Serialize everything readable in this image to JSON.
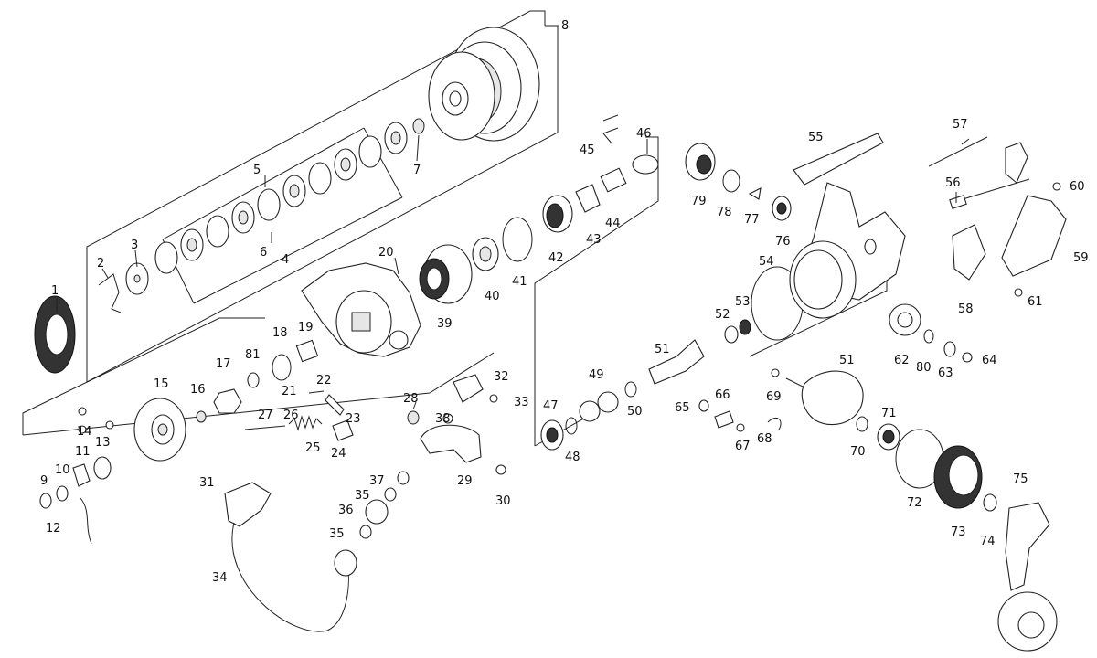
{
  "diagram": {
    "callouts": [
      {
        "id": "c1",
        "label": "1"
      },
      {
        "id": "c2",
        "label": "2"
      },
      {
        "id": "c3",
        "label": "3"
      },
      {
        "id": "c4",
        "label": "4"
      },
      {
        "id": "c5",
        "label": "5"
      },
      {
        "id": "c6",
        "label": "6"
      },
      {
        "id": "c7",
        "label": "7"
      },
      {
        "id": "c8",
        "label": "8"
      },
      {
        "id": "c9",
        "label": "9"
      },
      {
        "id": "c10",
        "label": "10"
      },
      {
        "id": "c11",
        "label": "11"
      },
      {
        "id": "c12",
        "label": "12"
      },
      {
        "id": "c13",
        "label": "13"
      },
      {
        "id": "c14",
        "label": "14"
      },
      {
        "id": "c15",
        "label": "15"
      },
      {
        "id": "c16",
        "label": "16"
      },
      {
        "id": "c17",
        "label": "17"
      },
      {
        "id": "c18",
        "label": "18"
      },
      {
        "id": "c19",
        "label": "19"
      },
      {
        "id": "c20",
        "label": "20"
      },
      {
        "id": "c21",
        "label": "21"
      },
      {
        "id": "c22",
        "label": "22"
      },
      {
        "id": "c23",
        "label": "23"
      },
      {
        "id": "c24",
        "label": "24"
      },
      {
        "id": "c25",
        "label": "25"
      },
      {
        "id": "c26",
        "label": "26"
      },
      {
        "id": "c27",
        "label": "27"
      },
      {
        "id": "c28",
        "label": "28"
      },
      {
        "id": "c29",
        "label": "29"
      },
      {
        "id": "c30",
        "label": "30"
      },
      {
        "id": "c31",
        "label": "31"
      },
      {
        "id": "c32",
        "label": "32"
      },
      {
        "id": "c33",
        "label": "33"
      },
      {
        "id": "c34",
        "label": "34"
      },
      {
        "id": "c35a",
        "label": "35"
      },
      {
        "id": "c35b",
        "label": "35"
      },
      {
        "id": "c36",
        "label": "36"
      },
      {
        "id": "c37",
        "label": "37"
      },
      {
        "id": "c38",
        "label": "38"
      },
      {
        "id": "c39",
        "label": "39"
      },
      {
        "id": "c40",
        "label": "40"
      },
      {
        "id": "c41",
        "label": "41"
      },
      {
        "id": "c42",
        "label": "42"
      },
      {
        "id": "c43",
        "label": "43"
      },
      {
        "id": "c44",
        "label": "44"
      },
      {
        "id": "c45",
        "label": "45"
      },
      {
        "id": "c46",
        "label": "46"
      },
      {
        "id": "c47",
        "label": "47"
      },
      {
        "id": "c48",
        "label": "48"
      },
      {
        "id": "c49",
        "label": "49"
      },
      {
        "id": "c50",
        "label": "50"
      },
      {
        "id": "c51a",
        "label": "51"
      },
      {
        "id": "c51b",
        "label": "51"
      },
      {
        "id": "c52",
        "label": "52"
      },
      {
        "id": "c53",
        "label": "53"
      },
      {
        "id": "c54",
        "label": "54"
      },
      {
        "id": "c55",
        "label": "55"
      },
      {
        "id": "c56",
        "label": "56"
      },
      {
        "id": "c57",
        "label": "57"
      },
      {
        "id": "c58",
        "label": "58"
      },
      {
        "id": "c59",
        "label": "59"
      },
      {
        "id": "c60",
        "label": "60"
      },
      {
        "id": "c61",
        "label": "61"
      },
      {
        "id": "c62",
        "label": "62"
      },
      {
        "id": "c63",
        "label": "63"
      },
      {
        "id": "c64",
        "label": "64"
      },
      {
        "id": "c65",
        "label": "65"
      },
      {
        "id": "c66",
        "label": "66"
      },
      {
        "id": "c67",
        "label": "67"
      },
      {
        "id": "c68",
        "label": "68"
      },
      {
        "id": "c69",
        "label": "69"
      },
      {
        "id": "c70",
        "label": "70"
      },
      {
        "id": "c71",
        "label": "71"
      },
      {
        "id": "c72",
        "label": "72"
      },
      {
        "id": "c73",
        "label": "73"
      },
      {
        "id": "c74",
        "label": "74"
      },
      {
        "id": "c75",
        "label": "75"
      },
      {
        "id": "c76",
        "label": "76"
      },
      {
        "id": "c77",
        "label": "77"
      },
      {
        "id": "c78",
        "label": "78"
      },
      {
        "id": "c79",
        "label": "79"
      },
      {
        "id": "c80",
        "label": "80"
      },
      {
        "id": "c81",
        "label": "81"
      }
    ]
  }
}
